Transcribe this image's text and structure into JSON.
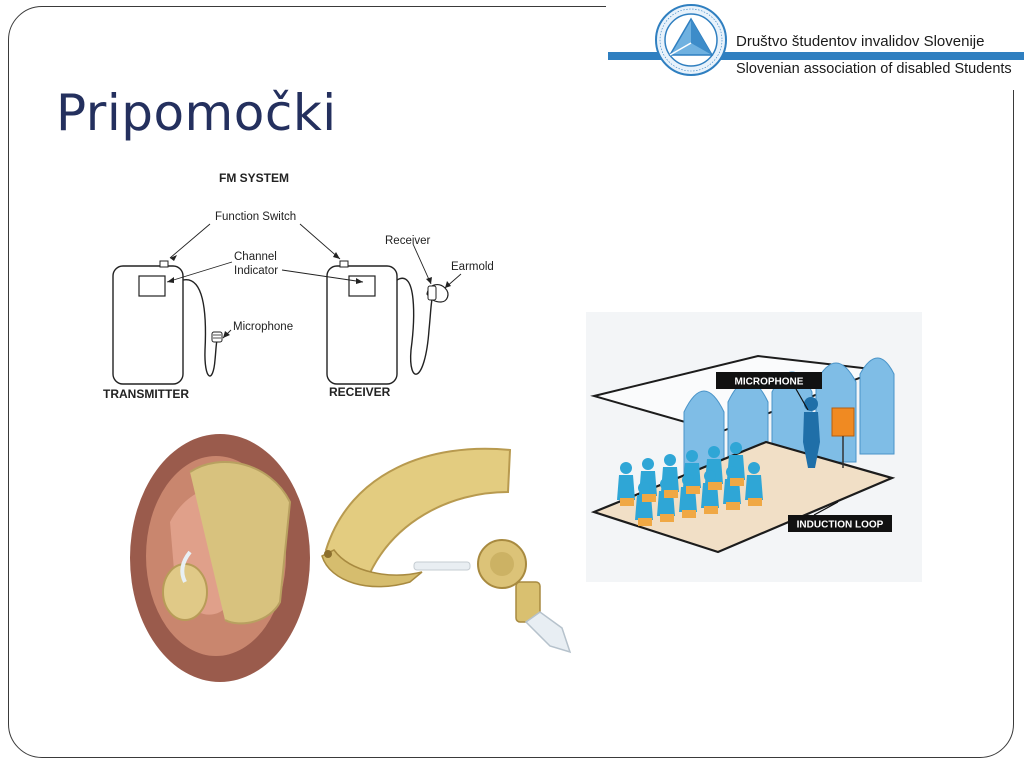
{
  "slide": {
    "title": "Pripomočki"
  },
  "header": {
    "org_name_sl": "Društvo študentov invalidov Slovenije",
    "org_name_en": "Slovenian association of disabled Students",
    "accent_color": "#2f7fc0"
  },
  "fm_diagram": {
    "title": "FM SYSTEM",
    "labels": {
      "function_switch": "Function Switch",
      "channel_line1": "Channel",
      "channel_line2": "Indicator",
      "microphone": "Microphone",
      "receiver_part": "Receiver",
      "earmold": "Earmold",
      "transmitter": "TRANSMITTER",
      "receiver_unit": "RECEIVER"
    }
  },
  "induction_loop": {
    "microphone_label": "MICROPHONE",
    "loop_label": "INDUCTION LOOP"
  },
  "photo": {
    "icon": "hearing-aid-photo"
  }
}
